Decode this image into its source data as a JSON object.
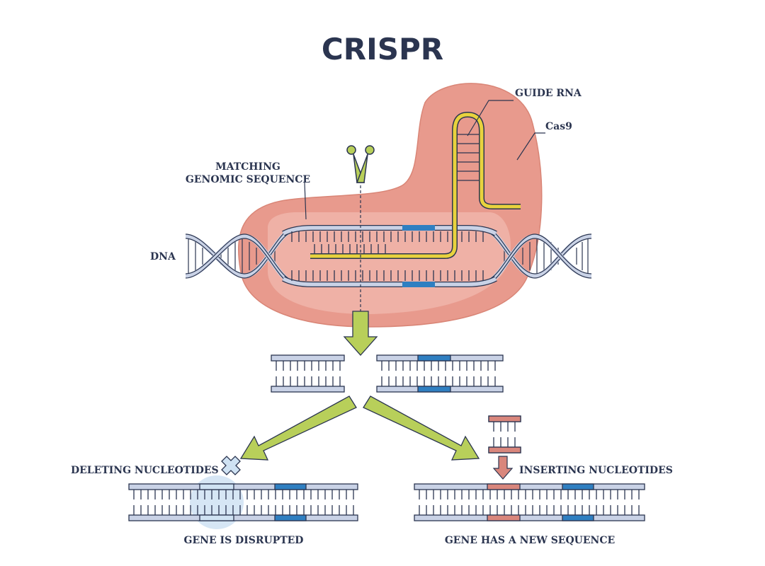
{
  "title": "CRISPR",
  "labels": {
    "guide_rna": "GUIDE RNA",
    "cas9": "Cas9",
    "matching_line1": "MATCHING",
    "matching_line2": "GENOMIC SEQUENCE",
    "dna": "DNA",
    "deleting": "DELETING  NUCLEOTIDES",
    "inserting": "INSERTING  NUCLEOTIDES",
    "gene_disrupted": "GENE IS DISRUPTED",
    "gene_new_sequence": "GENE HAS A NEW SEQUENCE"
  },
  "colors": {
    "ink": "#2b3550",
    "cas9_fill": "#e89a8d",
    "dna_strand": "#c9d2e6",
    "target_blue": "#2f7fc1",
    "guide_rna": "#e8d23d",
    "arrow_green": "#b8cf5a",
    "insert_red": "#d9867c",
    "deletion_bubble": "#cfe2f3"
  },
  "icons": [
    "scissors-icon",
    "cross-icon",
    "down-arrow-icon"
  ]
}
